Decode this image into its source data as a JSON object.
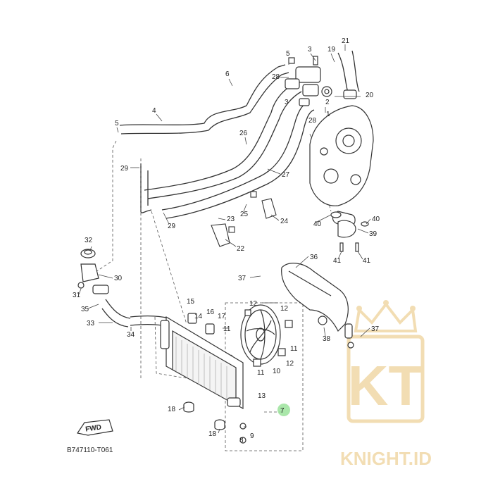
{
  "diagram": {
    "caption": "B747110-T061",
    "fwd_label": "FWD",
    "highlight_color": "#9be39b",
    "watermark": {
      "monogram": "KT",
      "brand": "KNIGHT.ID",
      "color": "#f0d8a6"
    },
    "callouts": [
      {
        "id": "c1",
        "text": "1"
      },
      {
        "id": "c2",
        "text": "2"
      },
      {
        "id": "c3a",
        "text": "3"
      },
      {
        "id": "c3b",
        "text": "3"
      },
      {
        "id": "c4",
        "text": "4"
      },
      {
        "id": "c5a",
        "text": "5"
      },
      {
        "id": "c5b",
        "text": "5"
      },
      {
        "id": "c6",
        "text": "6"
      },
      {
        "id": "c7",
        "text": "7"
      },
      {
        "id": "c8",
        "text": "8"
      },
      {
        "id": "c9",
        "text": "9"
      },
      {
        "id": "c10",
        "text": "10"
      },
      {
        "id": "c11a",
        "text": "11"
      },
      {
        "id": "c11b",
        "text": "11"
      },
      {
        "id": "c11c",
        "text": "11"
      },
      {
        "id": "c12a",
        "text": "12"
      },
      {
        "id": "c12b",
        "text": "12"
      },
      {
        "id": "c12c",
        "text": "12"
      },
      {
        "id": "c13",
        "text": "13"
      },
      {
        "id": "c14",
        "text": "14"
      },
      {
        "id": "c15",
        "text": "15"
      },
      {
        "id": "c16",
        "text": "16"
      },
      {
        "id": "c17",
        "text": "17"
      },
      {
        "id": "c18a",
        "text": "18"
      },
      {
        "id": "c18b",
        "text": "18"
      },
      {
        "id": "c19",
        "text": "19"
      },
      {
        "id": "c20",
        "text": "20"
      },
      {
        "id": "c21",
        "text": "21"
      },
      {
        "id": "c22",
        "text": "22"
      },
      {
        "id": "c23",
        "text": "23"
      },
      {
        "id": "c24",
        "text": "24"
      },
      {
        "id": "c25",
        "text": "25"
      },
      {
        "id": "c26",
        "text": "26"
      },
      {
        "id": "c27",
        "text": "27"
      },
      {
        "id": "c28a",
        "text": "28"
      },
      {
        "id": "c28b",
        "text": "28"
      },
      {
        "id": "c29a",
        "text": "29"
      },
      {
        "id": "c29b",
        "text": "29"
      },
      {
        "id": "c30",
        "text": "30"
      },
      {
        "id": "c31",
        "text": "31"
      },
      {
        "id": "c32",
        "text": "32"
      },
      {
        "id": "c33",
        "text": "33"
      },
      {
        "id": "c34",
        "text": "34"
      },
      {
        "id": "c35",
        "text": "35"
      },
      {
        "id": "c36",
        "text": "36"
      },
      {
        "id": "c37a",
        "text": "37"
      },
      {
        "id": "c37b",
        "text": "37"
      },
      {
        "id": "c38",
        "text": "38"
      },
      {
        "id": "c39",
        "text": "39"
      },
      {
        "id": "c40a",
        "text": "40"
      },
      {
        "id": "c40b",
        "text": "40"
      },
      {
        "id": "c41a",
        "text": "41"
      },
      {
        "id": "c41b",
        "text": "41"
      }
    ]
  }
}
